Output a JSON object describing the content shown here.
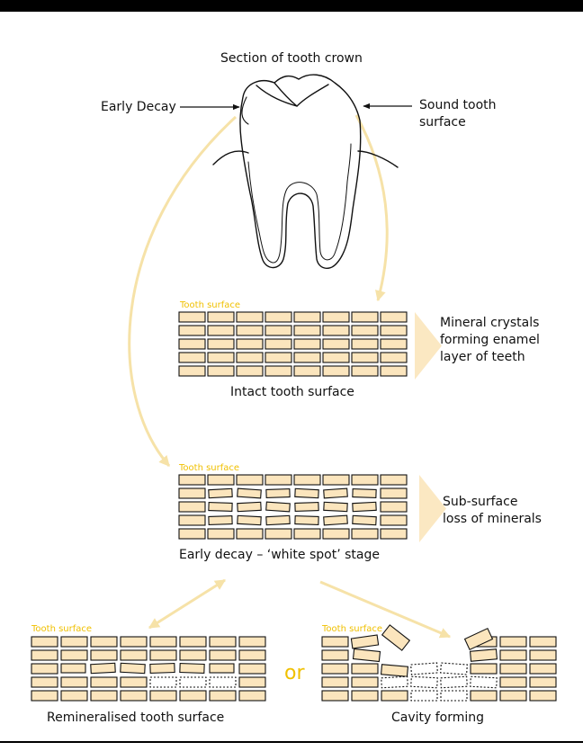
{
  "title": "Section of tooth crown",
  "labels": {
    "early_decay": "Early Decay",
    "sound_surface_line1": "Sound tooth",
    "sound_surface_line2": "surface",
    "mineral_crystals_line1": "Mineral crystals",
    "mineral_crystals_line2": "forming enamel",
    "mineral_crystals_line3": "layer of teeth",
    "subsurface_line1": "Sub-surface",
    "subsurface_line2": "loss of minerals",
    "or": "or"
  },
  "captions": {
    "intact": "Intact tooth surface",
    "early_decay": "Early decay – ‘white spot’ stage",
    "remineralised": "Remineralised tooth surface",
    "cavity": "Cavity forming"
  },
  "surface_tag": "Tooth surface",
  "colors": {
    "crystal_fill": "#fbe5bd",
    "highlight": "#f0c000",
    "arrow": "#f6e2a8",
    "pointer": "#fbe8c2",
    "outline": "#111111"
  }
}
